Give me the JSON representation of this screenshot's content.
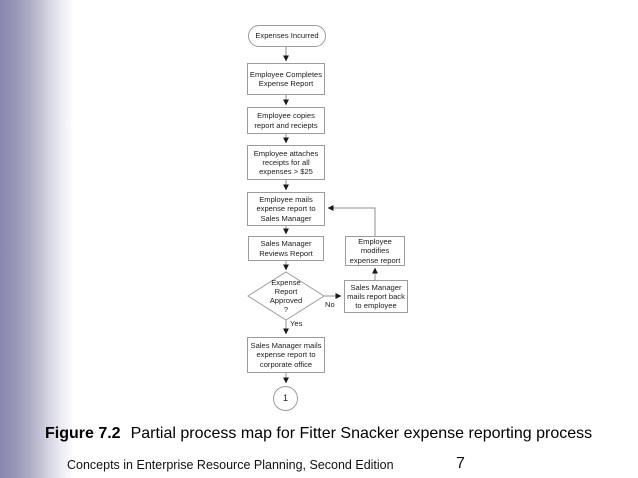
{
  "slide": {
    "caption": {
      "label": "Figure 7.2",
      "text": "Partial process map for Fitter Snacker expense reporting process"
    },
    "footer": {
      "text": "Concepts in Enterprise Resource Planning, Second Edition",
      "page_number": "7"
    }
  },
  "flowchart": {
    "nodes": {
      "start": {
        "shape": "terminator",
        "label": "Expenses Incurred"
      },
      "complete_report": {
        "shape": "process",
        "label": "Employee Completes\nExpense Report"
      },
      "copy_report": {
        "shape": "process",
        "label": "Employee copies\nreport and reciepts"
      },
      "attach_receipts": {
        "shape": "process",
        "label": "Employee attaches\nreceipts for all\nexpenses > $25"
      },
      "mail_report": {
        "shape": "process",
        "label": "Employee mails\nexpense report to\nSales Manager"
      },
      "review_report": {
        "shape": "process",
        "label": "Sales Manager\nReviews Report"
      },
      "modify_report": {
        "shape": "process",
        "label": "Employee\nmodifies\nexpense report"
      },
      "approved_decision": {
        "shape": "decision",
        "label": "Expense\nReport\nApproved\n?"
      },
      "mail_back": {
        "shape": "process",
        "label": "Sales Manager\nmails report back\nto employee"
      },
      "mail_corporate": {
        "shape": "process",
        "label": "Sales Manager mails\nexpense report to\ncorporate office"
      },
      "offpage_connector": {
        "shape": "connector",
        "label": "1"
      }
    },
    "edge_labels": {
      "no": "No",
      "yes": "Yes"
    }
  },
  "colors": {
    "accent_gradient_left": "#8a87ae",
    "node_border": "#9c9c9c",
    "connector_line": "#8f8f8f",
    "arrowhead": "#1a1a1a"
  }
}
